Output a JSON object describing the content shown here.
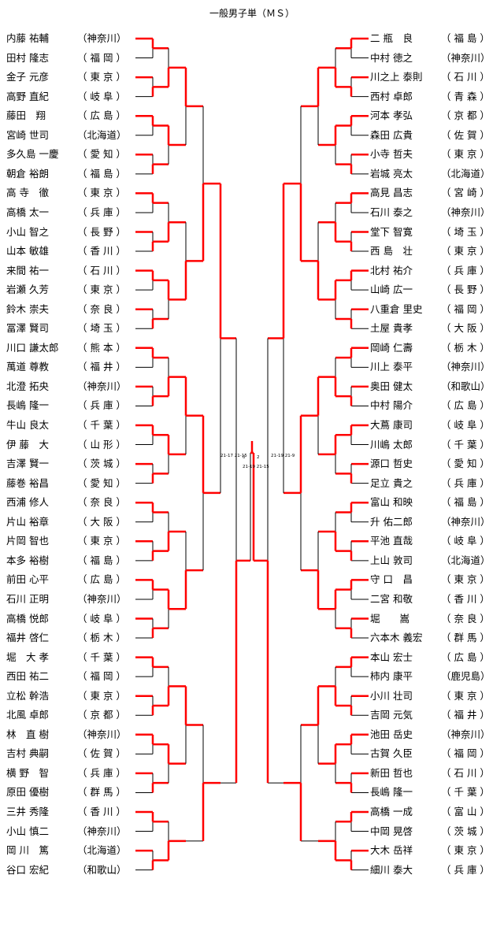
{
  "title": "一般男子単（ＭＳ）",
  "left_players": [
    {
      "name": "内藤 祐輔",
      "pref": "（神奈川）"
    },
    {
      "name": "田村 隆志",
      "pref": "（ 福 岡 ）"
    },
    {
      "name": "金子 元彦",
      "pref": "（ 東 京 ）"
    },
    {
      "name": "高野 直紀",
      "pref": "（ 岐 阜 ）"
    },
    {
      "name": "藤田　翔",
      "pref": "（ 広 島 ）"
    },
    {
      "name": "宮崎 世司",
      "pref": "（北海道）"
    },
    {
      "name": "多久島 一慶",
      "pref": "（ 愛 知 ）"
    },
    {
      "name": "朝倉 裕朗",
      "pref": "（ 福 島 ）"
    },
    {
      "name": "高 寺　徹",
      "pref": "（ 東 京 ）"
    },
    {
      "name": "高橋 太一",
      "pref": "（ 兵 庫 ）"
    },
    {
      "name": "小山 智之",
      "pref": "（ 長 野 ）"
    },
    {
      "name": "山本 敏雄",
      "pref": "（ 香 川 ）"
    },
    {
      "name": "来間 祐一",
      "pref": "（ 石 川 ）"
    },
    {
      "name": "岩瀬 久芳",
      "pref": "（ 東 京 ）"
    },
    {
      "name": "鈴木 崇夫",
      "pref": "（ 奈 良 ）"
    },
    {
      "name": "冨澤 賢司",
      "pref": "（ 埼 玉 ）"
    },
    {
      "name": "川口 謙太郎",
      "pref": "（ 熊 本 ）"
    },
    {
      "name": "萬道 尊教",
      "pref": "（ 福 井 ）"
    },
    {
      "name": "北澄 拓央",
      "pref": "（神奈川）"
    },
    {
      "name": "長嶋 隆一",
      "pref": "（ 兵 庫 ）"
    },
    {
      "name": "牛山 良太",
      "pref": "（ 千 葉 ）"
    },
    {
      "name": "伊 藤　大",
      "pref": "（ 山 形 ）"
    },
    {
      "name": "吉澤 賢一",
      "pref": "（ 茨 城 ）"
    },
    {
      "name": "藤巻 裕昌",
      "pref": "（ 愛 知 ）"
    },
    {
      "name": "西浦 修人",
      "pref": "（ 奈 良 ）"
    },
    {
      "name": "片山 裕章",
      "pref": "（ 大 阪 ）"
    },
    {
      "name": "片岡 智也",
      "pref": "（ 東 京 ）"
    },
    {
      "name": "本多 裕樹",
      "pref": "（ 福 島 ）"
    },
    {
      "name": "前田 心平",
      "pref": "（ 広 島 ）"
    },
    {
      "name": "石川 正明",
      "pref": "（神奈川）"
    },
    {
      "name": "高橋 悦郎",
      "pref": "（ 岐 阜 ）"
    },
    {
      "name": "福井 啓仁",
      "pref": "（ 栃 木 ）"
    },
    {
      "name": "堀　大 孝",
      "pref": "（ 千 葉 ）"
    },
    {
      "name": "西田 祐二",
      "pref": "（ 福 岡 ）"
    },
    {
      "name": "立松 幹浩",
      "pref": "（ 東 京 ）"
    },
    {
      "name": "北風 卓郎",
      "pref": "（ 京 都 ）"
    },
    {
      "name": "林　直 樹",
      "pref": "（神奈川）"
    },
    {
      "name": "吉村 典嗣",
      "pref": "（ 佐 賀 ）"
    },
    {
      "name": "横 野　智",
      "pref": "（ 兵 庫 ）"
    },
    {
      "name": "原田 優樹",
      "pref": "（ 群 馬 ）"
    },
    {
      "name": "三井 秀隆",
      "pref": "（ 香 川 ）"
    },
    {
      "name": "小山 慎二",
      "pref": "（神奈川）"
    },
    {
      "name": "岡 川　篤",
      "pref": "（北海道）"
    },
    {
      "name": "谷口 宏紀",
      "pref": "（和歌山）"
    }
  ],
  "right_players": [
    {
      "name": "二 瓶　良",
      "pref": "（ 福 島 ）"
    },
    {
      "name": "中村 徳之",
      "pref": "（神奈川）"
    },
    {
      "name": "川之上 泰則",
      "pref": "（ 石 川 ）"
    },
    {
      "name": "西村 卓郎",
      "pref": "（ 青 森 ）"
    },
    {
      "name": "河本 孝弘",
      "pref": "（ 京 都 ）"
    },
    {
      "name": "森田 広貴",
      "pref": "（ 佐 賀 ）"
    },
    {
      "name": "小寺 哲夫",
      "pref": "（ 東 京 ）"
    },
    {
      "name": "岩城 亮太",
      "pref": "（北海道）"
    },
    {
      "name": "高見 昌志",
      "pref": "（ 宮 崎 ）"
    },
    {
      "name": "石川 泰之",
      "pref": "（神奈川）"
    },
    {
      "name": "堂下 智寛",
      "pref": "（ 埼 玉 ）"
    },
    {
      "name": "西 島　壮",
      "pref": "（ 東 京 ）"
    },
    {
      "name": "北村 祐介",
      "pref": "（ 兵 庫 ）"
    },
    {
      "name": "山崎 広一",
      "pref": "（ 長 野 ）"
    },
    {
      "name": "八重倉 里史",
      "pref": "（ 福 岡 ）"
    },
    {
      "name": "土屋 貴孝",
      "pref": "（ 大 阪 ）"
    },
    {
      "name": "岡崎 仁壽",
      "pref": "（ 栃 木 ）"
    },
    {
      "name": "川上 泰平",
      "pref": "（神奈川）"
    },
    {
      "name": "奥田 健太",
      "pref": "（和歌山）"
    },
    {
      "name": "中村 陽介",
      "pref": "（ 広 島 ）"
    },
    {
      "name": "大蔦 康司",
      "pref": "（ 岐 阜 ）"
    },
    {
      "name": "川嶋 太郎",
      "pref": "（ 千 葉 ）"
    },
    {
      "name": "源口 哲史",
      "pref": "（ 愛 知 ）"
    },
    {
      "name": "足立 貴之",
      "pref": "（ 兵 庫 ）"
    },
    {
      "name": "富山 和映",
      "pref": "（ 福 島 ）"
    },
    {
      "name": "升 佑二郎",
      "pref": "（神奈川）"
    },
    {
      "name": "平池 直哉",
      "pref": "（ 岐 阜 ）"
    },
    {
      "name": "上山 敦司",
      "pref": "（北海道）"
    },
    {
      "name": "守 口　昌",
      "pref": "（ 東 京 ）"
    },
    {
      "name": "二宮 和敬",
      "pref": "（ 香 川 ）"
    },
    {
      "name": "堀　　嵩",
      "pref": "（ 奈 良 ）"
    },
    {
      "name": "六本木 義宏",
      "pref": "（ 群 馬 ）"
    },
    {
      "name": "本山 宏士",
      "pref": "（ 広 島 ）"
    },
    {
      "name": "柿内 康平",
      "pref": "（鹿児島）"
    },
    {
      "name": "小川 壮司",
      "pref": "（ 東 京 ）"
    },
    {
      "name": "吉岡 元気",
      "pref": "（ 福 井 ）"
    },
    {
      "name": "池田 岳史",
      "pref": "（神奈川）"
    },
    {
      "name": "古賀 久臣",
      "pref": "（ 福 岡 ）"
    },
    {
      "name": "新田 哲也",
      "pref": "（ 石 川 ）"
    },
    {
      "name": "長嶋 隆一",
      "pref": "（ 千 葉 ）"
    },
    {
      "name": "高橋 一成",
      "pref": "（ 富 山 ）"
    },
    {
      "name": "中岡 晃啓",
      "pref": "（ 茨 城 ）"
    },
    {
      "name": "大木 岳祥",
      "pref": "（ 東 京 ）"
    },
    {
      "name": "細川 泰大",
      "pref": "（ 兵 庫 ）"
    }
  ],
  "colors": {
    "winner_line": "#ff0000",
    "loser_line": "#000000"
  },
  "final": {
    "left_games": "0",
    "right_games": "2",
    "scores": "21-19 21-15"
  },
  "semifinal_scores": {
    "left": "21-17 21-15",
    "right": "21-19 21-9"
  }
}
